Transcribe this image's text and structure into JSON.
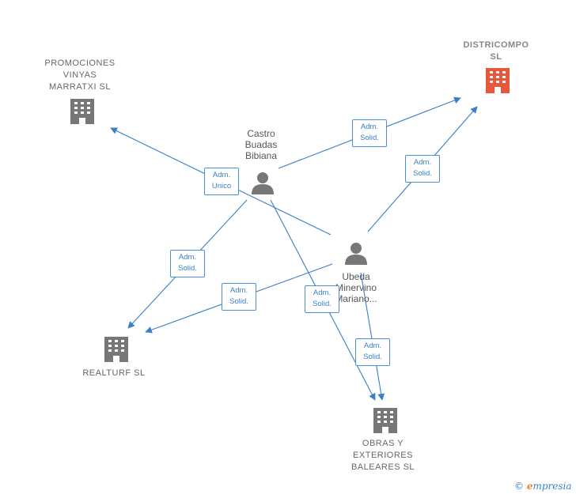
{
  "companies": {
    "promociones": {
      "name": "PROMOCIONES\nVINYAS\nMARRATXI  SL",
      "icon": "building-icon",
      "color": "#777777"
    },
    "districompo": {
      "name": "DISTRICOMPO\nSL",
      "icon": "building-icon",
      "color": "#e8573c"
    },
    "realturf": {
      "name": "REALTURF  SL",
      "icon": "building-icon",
      "color": "#777777"
    },
    "obras": {
      "name": "OBRAS Y\nEXTERIORES\nBALEARES  SL",
      "icon": "building-icon",
      "color": "#777777"
    }
  },
  "persons": {
    "castro": {
      "name": "Castro\nBuadas\nBibiana",
      "icon": "person-icon"
    },
    "ubeda": {
      "name": "Ubeda\nMinervino\nMariano...",
      "icon": "person-icon"
    }
  },
  "edges": {
    "castro_promociones": "Adm.\nUnico",
    "castro_districompo": "Adm.\nSolid.",
    "ubeda_districompo": "Adm.\nSolid.",
    "castro_realturf": "Adm.\nSolid.",
    "ubeda_realturf": "Adm.\nSolid.",
    "castro_obras": "Adm.\nSolid.",
    "ubeda_obras": "Adm.\nSolid."
  },
  "colors": {
    "edge": "#3a7fc8",
    "highlight": "#e8573c",
    "node": "#777777"
  },
  "watermark": {
    "copyright": "©",
    "brand_e": "e",
    "brand_rest": "mpresia"
  }
}
